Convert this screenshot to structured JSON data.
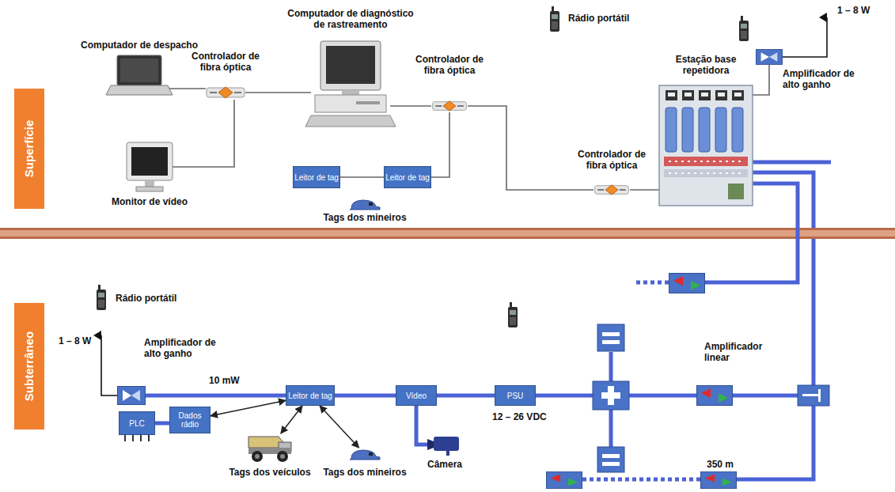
{
  "diagram": {
    "nodes": [
      {
        "text": [
          "Superfície"
        ]
      },
      {
        "text": [
          "Computador de despacho"
        ]
      },
      {
        "text": [
          "Controlador de fibra óptica"
        ]
      },
      {
        "text": [
          "Computador de diagnóstico de rastreamento"
        ]
      },
      {
        "text": [
          "Controlador de fibra óptica"
        ]
      },
      {
        "text": [
          "Estação base repetidora"
        ]
      },
      {
        "text": [
          "Amplificador de alto ganho"
        ]
      },
      {
        "text": [
          "Monitor de vídeo"
        ]
      },
      {
        "text": [
          "Leitor de tag"
        ]
      },
      {
        "text": [
          "Leitor de tag"
        ]
      },
      {
        "text": [
          "Tags dos mineiros"
        ]
      },
      {
        "text": [
          "Controlador de fibra óptica"
        ]
      },
      {
        "text": [
          "Subterrâneo"
        ]
      },
      {
        "text": [
          "Amplificador de alto ganho"
        ]
      },
      {
        "text": [
          "Amplificador linear"
        ]
      },
      {
        "text": [
          "Leitor de tag"
        ]
      },
      {
        "text": [
          "Vídeo"
        ]
      },
      {
        "text": [
          "PSU"
        ]
      },
      {
        "text": [
          "PLC"
        ]
      },
      {
        "text": [
          "Dados rádio"
        ]
      },
      {
        "text": [
          "Câmera"
        ]
      },
      {
        "text": [
          "Tags dos veículos"
        ]
      },
      {
        "text": [
          "Tags dos mineiros"
        ]
      }
    ],
    "edges": [
      {
        "from": 1,
        "to": 2,
        "arrow": "none"
      },
      {
        "from": 7,
        "to": 2,
        "arrow": "none"
      },
      {
        "from": 2,
        "to": 3,
        "arrow": "none"
      },
      {
        "from": 3,
        "to": 4,
        "arrow": "none"
      },
      {
        "from": 8,
        "to": 9,
        "arrow": "none"
      },
      {
        "from": 9,
        "to": 4,
        "arrow": "none"
      },
      {
        "from": 4,
        "to": 11,
        "arrow": "none"
      },
      {
        "from": 11,
        "to": 5,
        "arrow": "none"
      },
      {
        "from": 5,
        "to": 6,
        "arrow": "none"
      },
      {
        "from": 13,
        "to": 15,
        "arrow": "none",
        "label": "10 mW"
      },
      {
        "from": 15,
        "to": 16,
        "arrow": "none"
      },
      {
        "from": 16,
        "to": 17,
        "arrow": "none"
      },
      {
        "from": 17,
        "to": 14,
        "arrow": "none"
      },
      {
        "from": 14,
        "to": 5,
        "arrow": "none"
      },
      {
        "from": 18,
        "to": 19,
        "arrow": "none"
      },
      {
        "from": 16,
        "to": 20,
        "arrow": "none"
      },
      {
        "from": 19,
        "to": 15,
        "arrow": "both"
      },
      {
        "from": 15,
        "to": 21,
        "arrow": "both"
      },
      {
        "from": 15,
        "to": 22,
        "arrow": "both"
      }
    ],
    "labels": [
      "Rádio portátil",
      "1 – 8 W",
      "Rádio portátil",
      "1 – 8 W",
      "12 – 26 VDC",
      "350 m"
    ]
  }
}
